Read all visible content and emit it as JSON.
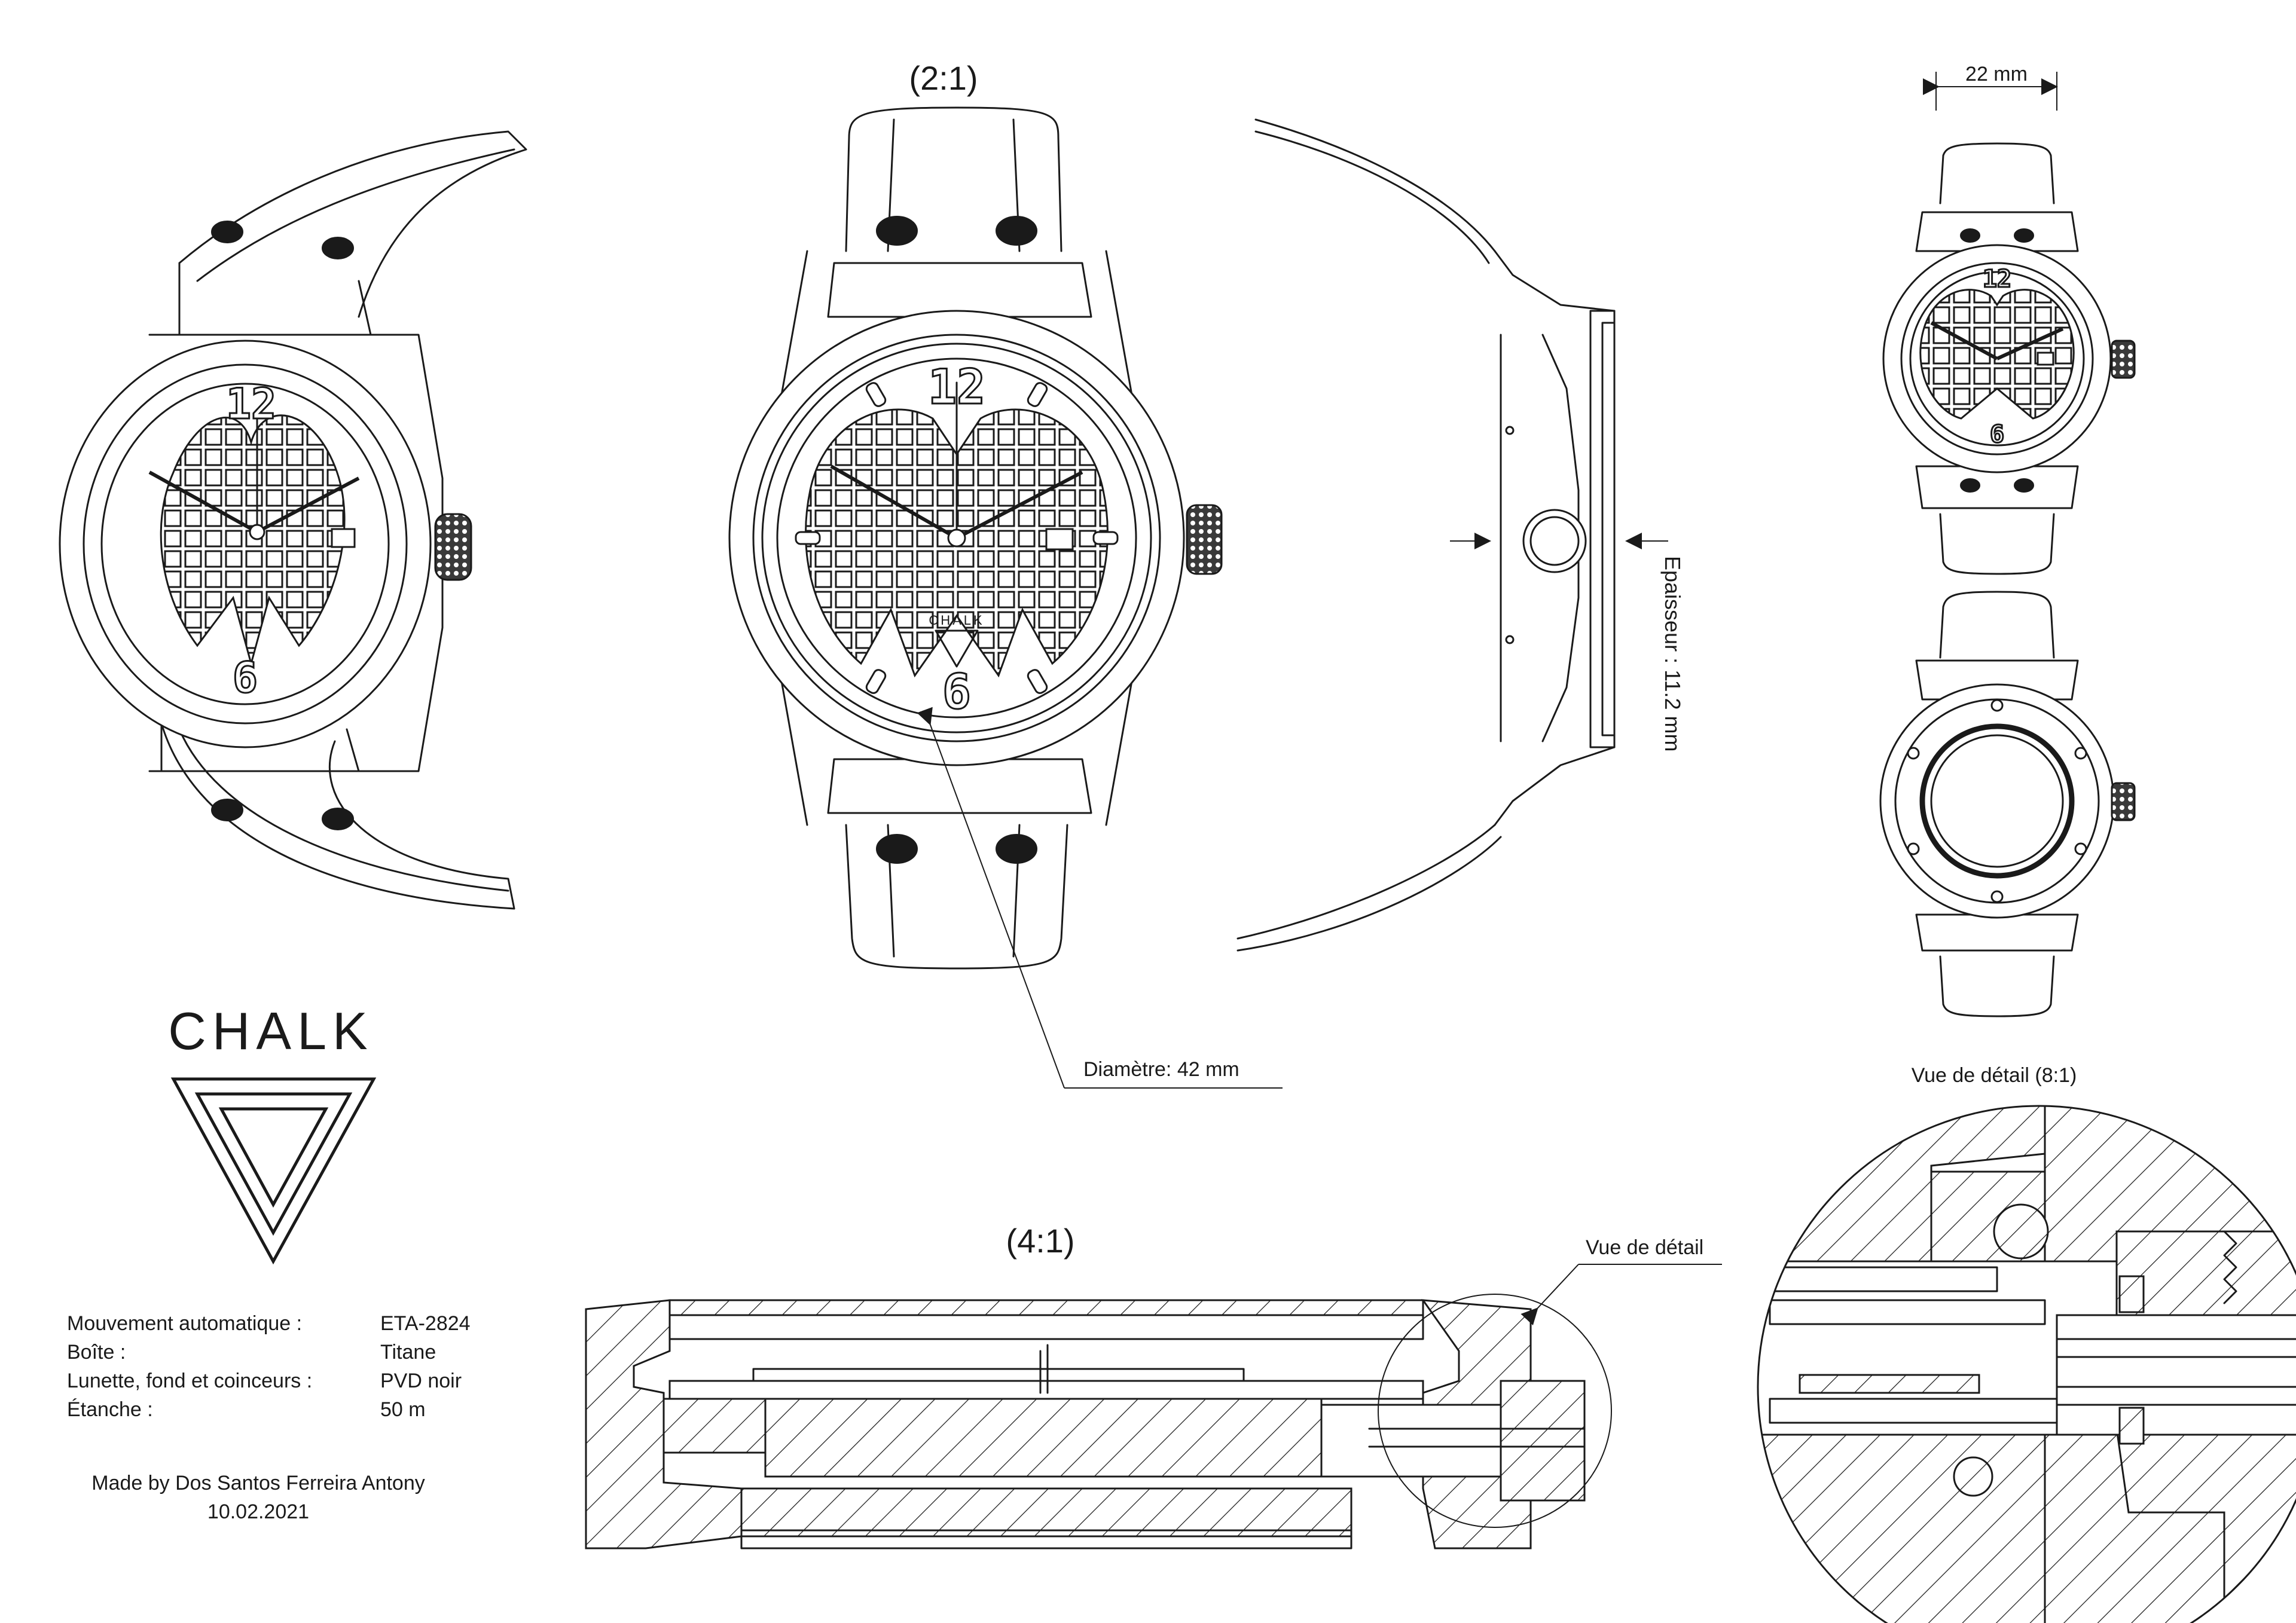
{
  "scales": {
    "main_view": "(2:1)",
    "section_view": "(4:1)"
  },
  "dimensions": {
    "strap_width": "22 mm",
    "thickness": "Epaisseur : 11.2 mm",
    "diameter": "Diamètre: 42 mm"
  },
  "callouts": {
    "detail_label": "Vue de détail",
    "detail_view_title": "Vue de détail (8:1)"
  },
  "brand": {
    "name": "CHALK",
    "dial_logo": "CHALK"
  },
  "dial": {
    "top_numeral": "12",
    "bottom_numeral": "6"
  },
  "specs": [
    {
      "label": "Mouvement automatique :",
      "value": "ETA-2824"
    },
    {
      "label": "Boîte :",
      "value": "Titane"
    },
    {
      "label": "Lunette, fond et coinceurs :",
      "value": "PVD noir"
    },
    {
      "label": "Étanche :",
      "value": "50 m"
    }
  ],
  "credits": {
    "author": "Made by Dos Santos Ferreira Antony",
    "date": "10.02.2021"
  }
}
